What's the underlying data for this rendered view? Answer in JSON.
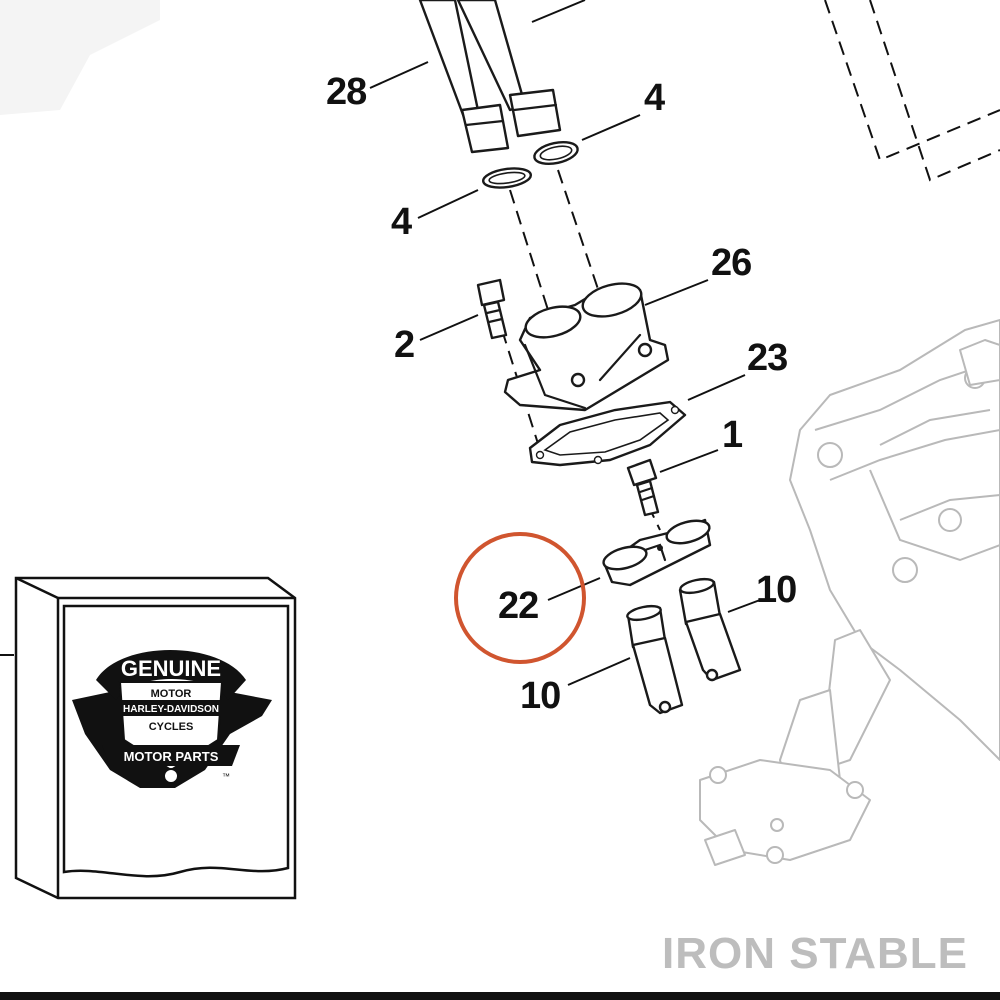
{
  "callouts": {
    "c28": "28",
    "c4a": "4",
    "c4b": "4",
    "c26": "26",
    "c2": "2",
    "c23": "23",
    "c1": "1",
    "c22": "22",
    "c10a": "10",
    "c10b": "10"
  },
  "highlight_color": "#d0552f",
  "logo": {
    "top": "GENUINE",
    "brand_line1": "MOTOR",
    "brand_line2": "HARLEY-DAVIDSON",
    "brand_line3": "CYCLES",
    "bottom": "MOTOR PARTS",
    "tm": "™"
  },
  "watermark": "IRON STABLE"
}
